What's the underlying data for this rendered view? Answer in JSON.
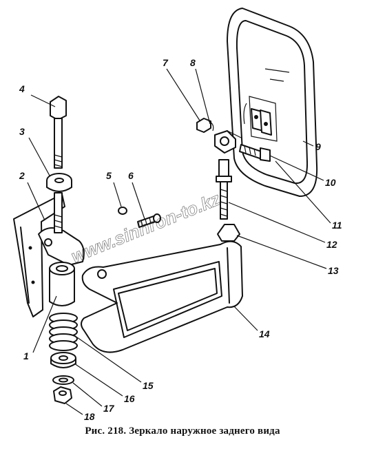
{
  "caption": "Рис. 218. Зеркало наружное заднего вида",
  "watermark": "www.sinhron-to.kz",
  "callouts": [
    "1",
    "2",
    "3",
    "4",
    "5",
    "6",
    "7",
    "8",
    "9",
    "10",
    "11",
    "12",
    "13",
    "14",
    "15",
    "16",
    "17",
    "18"
  ]
}
